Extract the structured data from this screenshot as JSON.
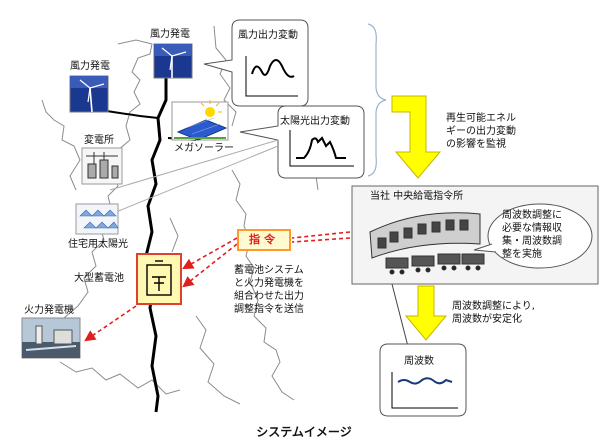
{
  "diagram": {
    "wind_power_1": "風力発電",
    "wind_power_2": "風力発電",
    "wind_output_fluctuation": "風力出力変動",
    "solar_output_fluctuation": "太陽光出力変動",
    "mega_solar": "メガソーラー",
    "substation": "変電所",
    "residential_solar": "住宅用太陽光",
    "large_battery": "大型蓄電池",
    "thermal_power": "火力発電機",
    "command": "指令",
    "monitor_text": [
      "再生可能エネル",
      "ギーの出力変動",
      "の影響を監視"
    ],
    "control_center": "当社 中央給電指令所",
    "center_bubble": [
      "周波数調整に",
      "必要な情報収",
      "集・周波数調",
      "整を実施"
    ],
    "send_text": [
      "蓄電池システム",
      "と火力発電機を",
      "組合わせた出力",
      "調整指令を送信"
    ],
    "stabilize_text": [
      "周波数調整により,",
      "周波数が安定化"
    ],
    "frequency": "周波数",
    "caption": "システムイメージ"
  },
  "colors": {
    "arrow_yellow": "#ffff00",
    "arrow_outline": "#c8b400",
    "command_red": "#e02020",
    "battery_border": "#e04030"
  }
}
